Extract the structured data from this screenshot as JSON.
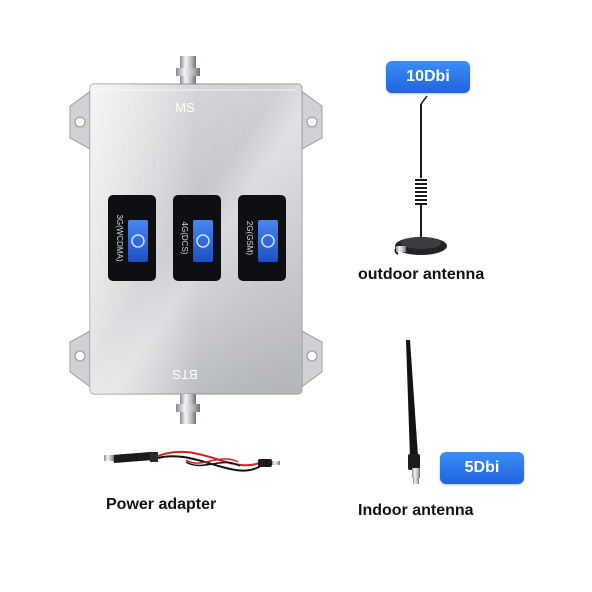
{
  "product": {
    "top_port_label": "MS",
    "bottom_port_label": "BTS",
    "bands": [
      {
        "label": "3G(WCDMA)"
      },
      {
        "label": "4G(DCS)"
      },
      {
        "label": "2G(GSM)"
      }
    ]
  },
  "accessories": {
    "outdoor_antenna": {
      "gain": "10Dbi",
      "caption": "outdoor antenna"
    },
    "indoor_antenna": {
      "gain": "5Dbi",
      "caption": "Indoor antenna"
    },
    "power_adapter": {
      "caption": "Power adapter"
    }
  },
  "colors": {
    "badge": "#2f7bf0",
    "display_blue": "#2d6fe8",
    "panel_silver": "#c9cbcf"
  }
}
